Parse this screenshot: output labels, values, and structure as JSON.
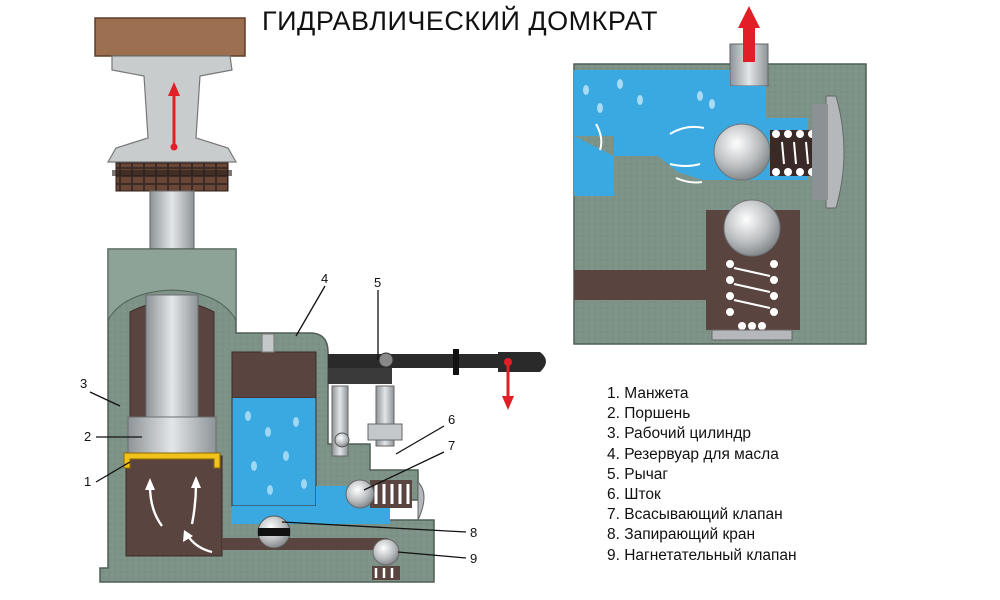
{
  "title": "ГИДРАВЛИЧЕСКИЙ ДОМКРАТ",
  "callouts": [
    "1",
    "2",
    "3",
    "4",
    "5",
    "6",
    "7",
    "8",
    "9"
  ],
  "legend": [
    "1. Манжета",
    "2. Поршень",
    "3. Рабочий цилиндр",
    "4. Резервуар для масла",
    "5. Рычаг",
    "6. Шток",
    "7. Всасывающий клапан",
    "8. Запирающий кран",
    "9. Нагнетательный клапан"
  ],
  "colors": {
    "body": "#7e9388",
    "body_edge": "#5f7268",
    "oil": "#3aa9e2",
    "chamber": "#5a4440",
    "steel": "#c4c8ca",
    "wood": "#9b6f4f",
    "arrow": "#e21f26"
  }
}
